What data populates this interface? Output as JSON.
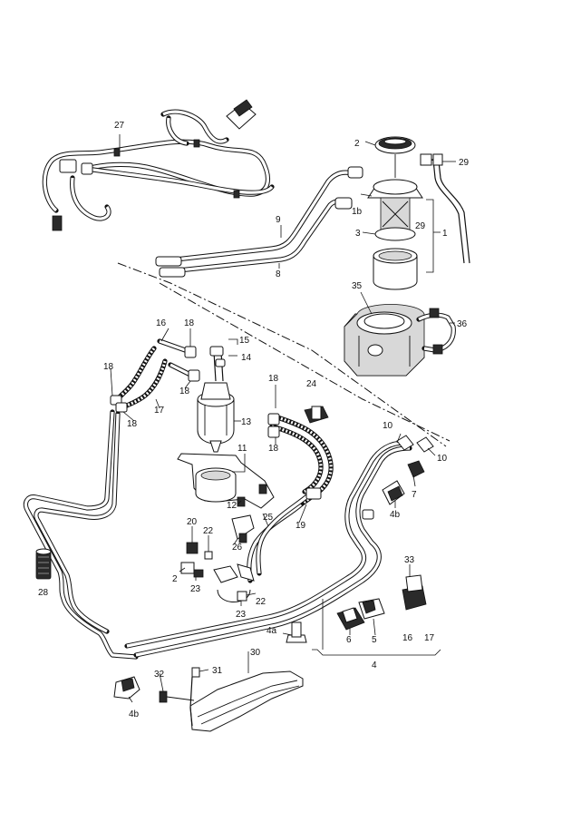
{
  "callouts": [
    {
      "id": "c27",
      "text": "27"
    },
    {
      "id": "c2a",
      "text": "2"
    },
    {
      "id": "c29a",
      "text": "29"
    },
    {
      "id": "c1b",
      "text": "1b"
    },
    {
      "id": "c29b",
      "text": "29"
    },
    {
      "id": "c1",
      "text": "1"
    },
    {
      "id": "c9",
      "text": "9"
    },
    {
      "id": "c3",
      "text": "3"
    },
    {
      "id": "c8",
      "text": "8"
    },
    {
      "id": "c35",
      "text": "35"
    },
    {
      "id": "c36",
      "text": "36"
    },
    {
      "id": "c16a",
      "text": "16"
    },
    {
      "id": "c18a",
      "text": "18"
    },
    {
      "id": "c15",
      "text": "15"
    },
    {
      "id": "c14",
      "text": "14"
    },
    {
      "id": "c18b",
      "text": "18"
    },
    {
      "id": "c18c",
      "text": "18"
    },
    {
      "id": "c18d",
      "text": "18"
    },
    {
      "id": "c24",
      "text": "24"
    },
    {
      "id": "c17a",
      "text": "17"
    },
    {
      "id": "c18e",
      "text": "18"
    },
    {
      "id": "c13",
      "text": "13"
    },
    {
      "id": "c18f",
      "text": "18"
    },
    {
      "id": "c10a",
      "text": "10"
    },
    {
      "id": "c10b",
      "text": "10"
    },
    {
      "id": "c11",
      "text": "11"
    },
    {
      "id": "c7",
      "text": "7"
    },
    {
      "id": "c12",
      "text": "12"
    },
    {
      "id": "c4b_a",
      "text": "4b"
    },
    {
      "id": "c25",
      "text": "25"
    },
    {
      "id": "c20",
      "text": "20"
    },
    {
      "id": "c22a",
      "text": "22"
    },
    {
      "id": "c19",
      "text": "19"
    },
    {
      "id": "c26",
      "text": "26"
    },
    {
      "id": "c33",
      "text": "33"
    },
    {
      "id": "c28",
      "text": "28"
    },
    {
      "id": "c2b",
      "text": "2"
    },
    {
      "id": "c23a",
      "text": "23"
    },
    {
      "id": "c22b",
      "text": "22"
    },
    {
      "id": "c23b",
      "text": "23"
    },
    {
      "id": "c4a",
      "text": "4a"
    },
    {
      "id": "c6",
      "text": "6"
    },
    {
      "id": "c5",
      "text": "5"
    },
    {
      "id": "c16b",
      "text": "16"
    },
    {
      "id": "c17b",
      "text": "17"
    },
    {
      "id": "c4",
      "text": "4"
    },
    {
      "id": "c30",
      "text": "30"
    },
    {
      "id": "c31",
      "text": "31"
    },
    {
      "id": "c32",
      "text": "32"
    },
    {
      "id": "c4b_b",
      "text": "4b"
    }
  ]
}
